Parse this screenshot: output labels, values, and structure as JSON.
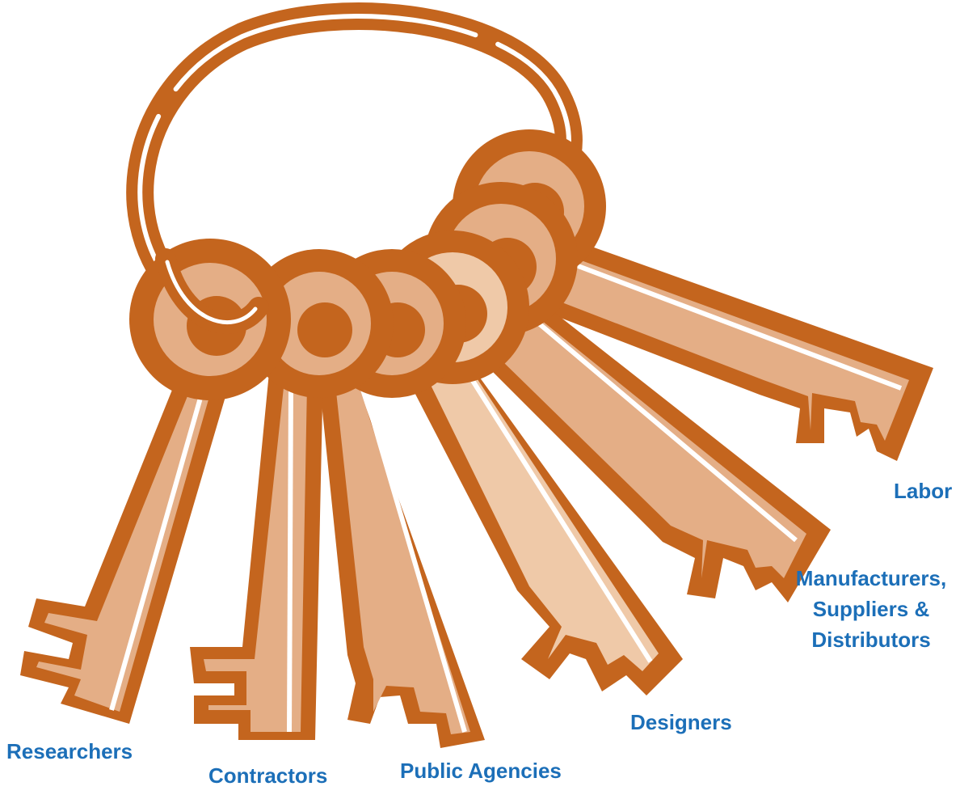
{
  "colors": {
    "key_outline": "#C4651E",
    "key_fill": "#E4AE86",
    "key_fill_light": "#EFC9A8",
    "key_highlight": "#FFFFFF",
    "label_text": "#1C6FB8"
  },
  "keys": [
    {
      "label": "Researchers",
      "icon": "key-icon"
    },
    {
      "label": "Contractors",
      "icon": "key-icon"
    },
    {
      "label": "Public Agencies",
      "icon": "key-icon"
    },
    {
      "label": "Designers",
      "icon": "key-icon"
    },
    {
      "label_lines": [
        "Manufacturers,",
        "Suppliers &",
        "Distributors"
      ],
      "icon": "key-icon"
    },
    {
      "label": "Labor",
      "icon": "key-icon"
    }
  ],
  "ring": {
    "icon": "key-ring-icon"
  }
}
